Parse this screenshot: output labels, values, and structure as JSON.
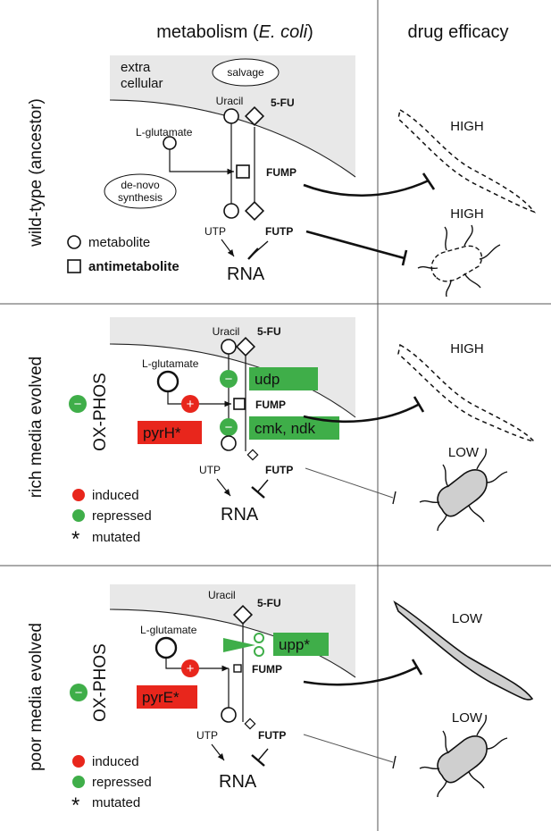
{
  "headers": {
    "metabolism_prefix": "metabolism (",
    "metabolism_species": "E. coli",
    "metabolism_suffix": ")",
    "drug_efficacy": "drug efficacy"
  },
  "rows": [
    {
      "label": "wild-type (ancestor)",
      "extracellular": [
        "extra",
        "cellular"
      ],
      "salvage": "salvage",
      "denovo": [
        "de-novo",
        "synthesis"
      ],
      "uracil": "Uracil",
      "fu": "5-FU",
      "glutamate": "L-glutamate",
      "fump": "FUMP",
      "futp": "FUTP",
      "utp": "UTP",
      "rna": "RNA",
      "legend": [
        "metabolite",
        "antimetabolite"
      ],
      "efficacy": [
        "HIGH",
        "HIGH"
      ]
    },
    {
      "label": "rich media evolved",
      "uracil": "Uracil",
      "fu": "5-FU",
      "glutamate": "L-glutamate",
      "fump": "FUMP",
      "futp": "FUTP",
      "utp": "UTP",
      "rna": "RNA",
      "oxphos": "OX-PHOS",
      "gene_red": "pyrH*",
      "gene_green_1": "udp",
      "gene_green_2": "cmk, ndk",
      "legend": [
        "induced",
        "repressed",
        "mutated"
      ],
      "efficacy": [
        "HIGH",
        "LOW"
      ]
    },
    {
      "label": "poor media evolved",
      "uracil": "Uracil",
      "fu": "5-FU",
      "glutamate": "L-glutamate",
      "fump": "FUMP",
      "futp": "FUTP",
      "utp": "UTP",
      "rna": "RNA",
      "oxphos": "OX-PHOS",
      "gene_red": "pyrE*",
      "gene_green_1": "upp*",
      "legend": [
        "induced",
        "repressed",
        "mutated"
      ],
      "efficacy": [
        "LOW",
        "LOW"
      ]
    }
  ],
  "symbols": {
    "plus": "+",
    "minus": "−",
    "star": "*"
  },
  "colors": {
    "induced": "#e8261c",
    "repressed": "#3fae49",
    "cell_bg": "#e8e8e8",
    "bacterium": "#cfcfcf"
  }
}
